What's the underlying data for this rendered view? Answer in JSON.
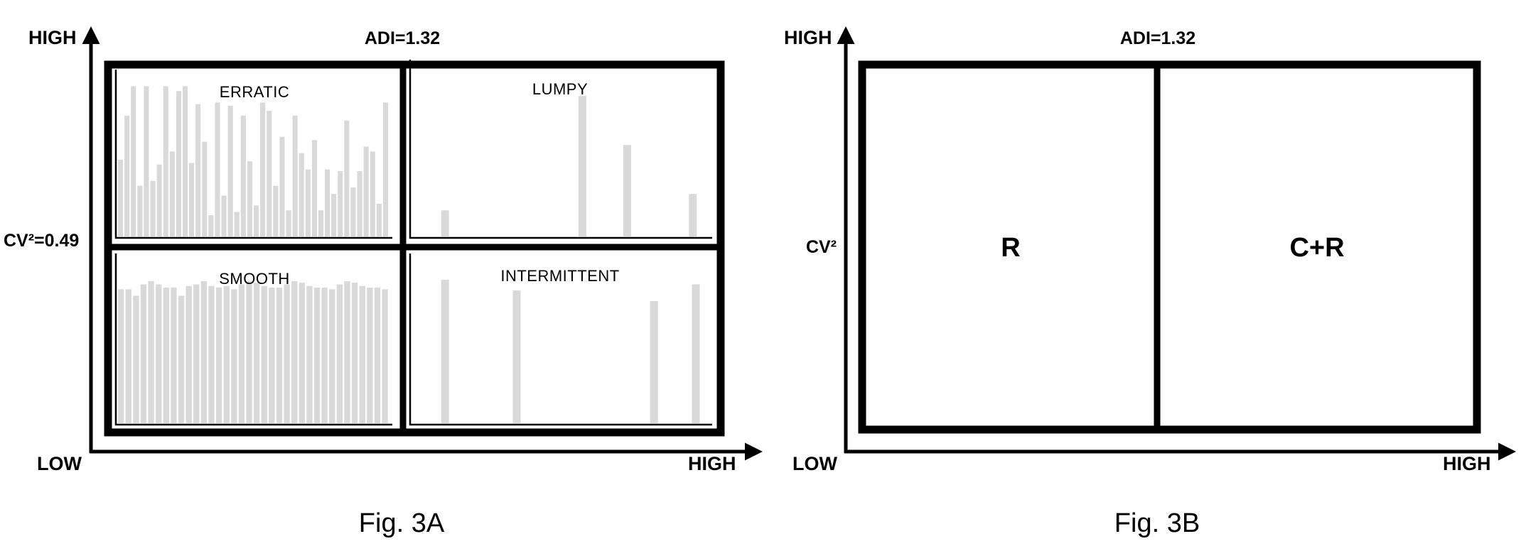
{
  "fig_a": {
    "caption": "Fig. 3A",
    "y_high": "HIGH",
    "y_low": "LOW",
    "x_high": "HIGH",
    "adi_threshold": "ADI=1.32",
    "cv_threshold": "CV²=0.49",
    "quadrants": {
      "erratic": {
        "label": "ERRATIC",
        "bars": [
          0.47,
          0.74,
          0.92,
          0.31,
          0.92,
          0.34,
          0.44,
          0.92,
          0.52,
          0.89,
          0.92,
          0.45,
          0.81,
          0.58,
          0.13,
          0.82,
          0.25,
          0.8,
          0.15,
          0.74,
          0.46,
          0.19,
          0.82,
          0.77,
          0.31,
          0.61,
          0.16,
          0.74,
          0.51,
          0.41,
          0.59,
          0.16,
          0.41,
          0.26,
          0.4,
          0.71,
          0.3,
          0.4,
          0.55,
          0.52,
          0.2,
          0.82
        ]
      },
      "lumpy": {
        "label": "LUMPY",
        "bars": [
          {
            "pos": 0.11,
            "value": 0.16
          },
          {
            "pos": 0.57,
            "value": 0.86
          },
          {
            "pos": 0.72,
            "value": 0.56
          },
          {
            "pos": 0.94,
            "value": 0.26
          }
        ]
      },
      "smooth": {
        "label": "SMOOTH",
        "bars": [
          0.82,
          0.82,
          0.78,
          0.85,
          0.87,
          0.85,
          0.83,
          0.83,
          0.78,
          0.84,
          0.85,
          0.87,
          0.84,
          0.83,
          0.84,
          0.82,
          0.85,
          0.87,
          0.86,
          0.84,
          0.83,
          0.83,
          0.85,
          0.87,
          0.86,
          0.84,
          0.83,
          0.83,
          0.82,
          0.85,
          0.87,
          0.86,
          0.84,
          0.83,
          0.83,
          0.82
        ]
      },
      "intermittent": {
        "label": "INTERMITTENT",
        "bars": [
          {
            "pos": 0.11,
            "value": 0.94
          },
          {
            "pos": 0.35,
            "value": 0.87
          },
          {
            "pos": 0.81,
            "value": 0.8
          },
          {
            "pos": 0.95,
            "value": 0.91
          }
        ]
      }
    }
  },
  "fig_b": {
    "caption": "Fig. 3B",
    "y_high": "HIGH",
    "y_low": "LOW",
    "x_high": "HIGH",
    "adi_threshold": "ADI=1.32",
    "cv_label": "CV²",
    "left_class": "R",
    "right_class": "C+R"
  }
}
